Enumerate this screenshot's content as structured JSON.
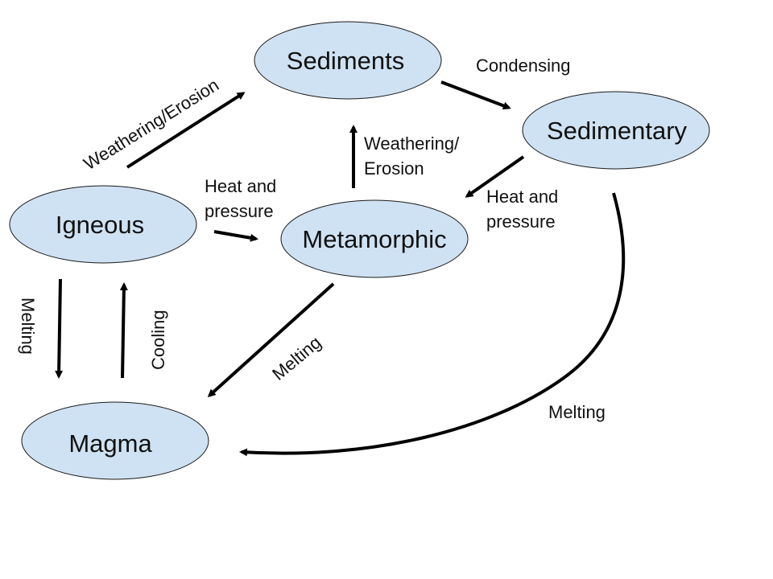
{
  "colors": {
    "node_fill": "#cfe2f3",
    "stroke": "#000000"
  },
  "nodes": {
    "sediments": "Sediments",
    "sedimentary": "Sedimentary",
    "igneous": "Igneous",
    "metamorphic": "Metamorphic",
    "magma": "Magma"
  },
  "edges": {
    "igneous_to_sediments": "Weathering/Erosion",
    "sediments_to_sedimentary": "Condensing",
    "metamorphic_to_sediments_line1": "Weathering/",
    "metamorphic_to_sediments_line2": "Erosion",
    "igneous_to_metamorphic_line1": "Heat and",
    "igneous_to_metamorphic_line2": "pressure",
    "sedimentary_to_metamorphic_line1": "Heat and",
    "sedimentary_to_metamorphic_line2": "pressure",
    "igneous_to_magma": "Melting",
    "magma_to_igneous": "Cooling",
    "metamorphic_to_magma": "Melting",
    "sedimentary_to_magma": "Melting"
  }
}
